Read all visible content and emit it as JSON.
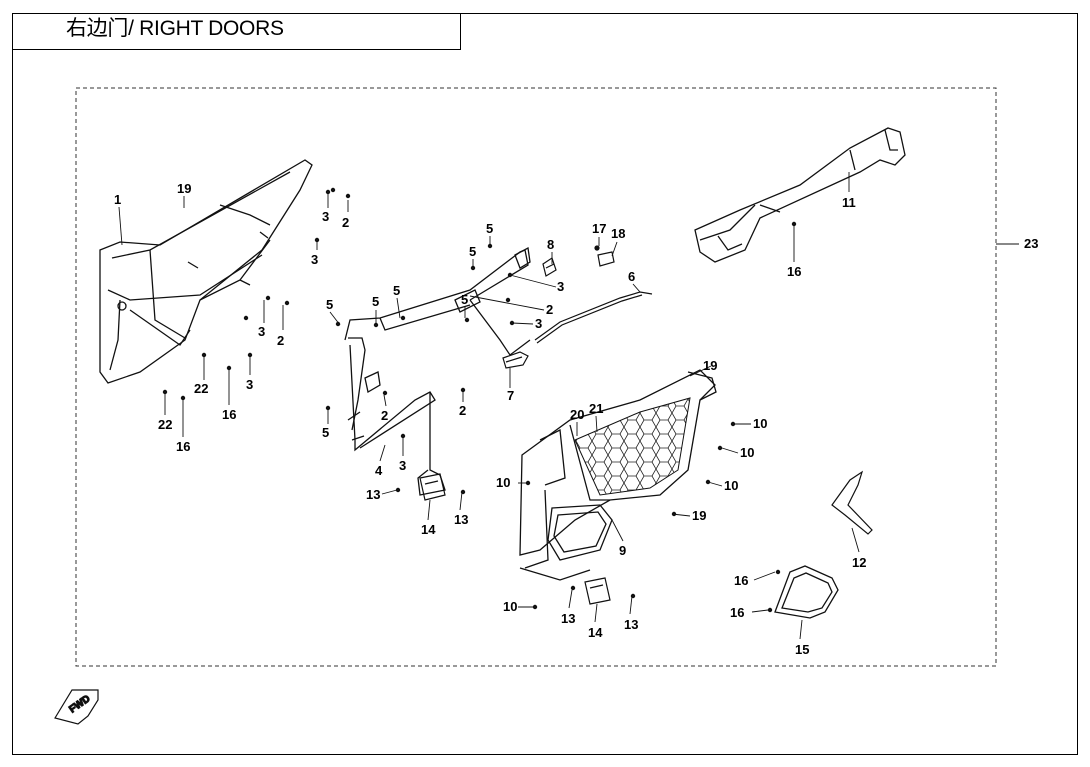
{
  "title": "右边门/ RIGHT DOORS",
  "fwd_mark": "FWD",
  "callouts": [
    {
      "id": "c1",
      "text": "1"
    },
    {
      "id": "c19a",
      "text": "19"
    },
    {
      "id": "c3a",
      "text": "3"
    },
    {
      "id": "c2a",
      "text": "2"
    },
    {
      "id": "c3b",
      "text": "3"
    },
    {
      "id": "c3c",
      "text": "3"
    },
    {
      "id": "c2b",
      "text": "2"
    },
    {
      "id": "c3d",
      "text": "3"
    },
    {
      "id": "c22a",
      "text": "22"
    },
    {
      "id": "c16a",
      "text": "16"
    },
    {
      "id": "c22b",
      "text": "22"
    },
    {
      "id": "c16b",
      "text": "16"
    },
    {
      "id": "c5a",
      "text": "5"
    },
    {
      "id": "c5b",
      "text": "5"
    },
    {
      "id": "c5c",
      "text": "5"
    },
    {
      "id": "c5d",
      "text": "5"
    },
    {
      "id": "c5e",
      "text": "5"
    },
    {
      "id": "c5f",
      "text": "5"
    },
    {
      "id": "c8",
      "text": "8"
    },
    {
      "id": "c3e",
      "text": "3"
    },
    {
      "id": "c2c",
      "text": "2"
    },
    {
      "id": "c3f",
      "text": "3"
    },
    {
      "id": "c17",
      "text": "17"
    },
    {
      "id": "c18",
      "text": "18"
    },
    {
      "id": "c6",
      "text": "6"
    },
    {
      "id": "c7",
      "text": "7"
    },
    {
      "id": "c2d",
      "text": "2"
    },
    {
      "id": "c2e",
      "text": "2"
    },
    {
      "id": "c5g",
      "text": "5"
    },
    {
      "id": "c4",
      "text": "4"
    },
    {
      "id": "c3g",
      "text": "3"
    },
    {
      "id": "c13a",
      "text": "13"
    },
    {
      "id": "c14a",
      "text": "14"
    },
    {
      "id": "c13b",
      "text": "13"
    },
    {
      "id": "c11",
      "text": "11"
    },
    {
      "id": "c16c",
      "text": "16"
    },
    {
      "id": "c23",
      "text": "23"
    },
    {
      "id": "c19b",
      "text": "19"
    },
    {
      "id": "c10a",
      "text": "10"
    },
    {
      "id": "c10b",
      "text": "10"
    },
    {
      "id": "c10c",
      "text": "10"
    },
    {
      "id": "c20",
      "text": "20"
    },
    {
      "id": "c21",
      "text": "21"
    },
    {
      "id": "c10d",
      "text": "10"
    },
    {
      "id": "c19c",
      "text": "19"
    },
    {
      "id": "c9",
      "text": "9"
    },
    {
      "id": "c12",
      "text": "12"
    },
    {
      "id": "c16d",
      "text": "16"
    },
    {
      "id": "c16e",
      "text": "16"
    },
    {
      "id": "c15",
      "text": "15"
    },
    {
      "id": "c10e",
      "text": "10"
    },
    {
      "id": "c13c",
      "text": "13"
    },
    {
      "id": "c14b",
      "text": "14"
    },
    {
      "id": "c13d",
      "text": "13"
    }
  ]
}
